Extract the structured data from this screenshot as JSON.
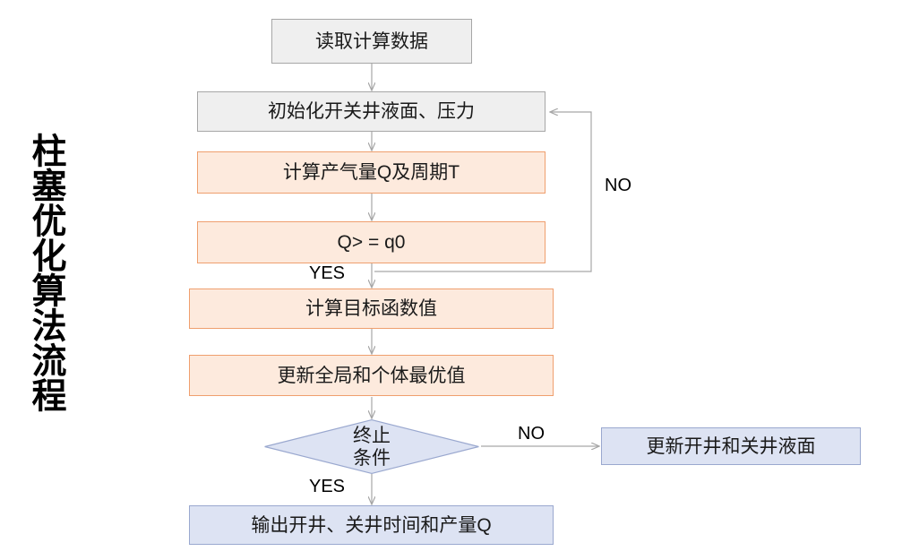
{
  "title": {
    "vertical_label": "柱塞优化算法流程"
  },
  "colors": {
    "gray_fill": "#efefef",
    "gray_stroke": "#a6a6a6",
    "orange_fill": "#fdeadd",
    "orange_stroke": "#ef9f6e",
    "blue_fill": "#dde3f3",
    "blue_stroke": "#9aa8cf",
    "connector": "#a6a6a6",
    "text": "#1a1a1a",
    "background": "#ffffff"
  },
  "nodes": [
    {
      "id": "read-data",
      "label": "读取计算数据",
      "shape": "rect",
      "style": "gray"
    },
    {
      "id": "initialize",
      "label": "初始化开关井液面、压力",
      "shape": "rect",
      "style": "gray"
    },
    {
      "id": "calc-gas-cycle",
      "label": "计算产气量Q及周期T",
      "shape": "rect",
      "style": "orange"
    },
    {
      "id": "check-q",
      "label": "Q> = q0",
      "shape": "rect",
      "style": "orange"
    },
    {
      "id": "calc-objective",
      "label": "计算目标函数值",
      "shape": "rect",
      "style": "orange"
    },
    {
      "id": "update-best",
      "label": "更新全局和个体最优值",
      "shape": "rect",
      "style": "orange"
    },
    {
      "id": "stop-condition",
      "label": "终止\n条件",
      "shape": "diamond",
      "style": "blue"
    },
    {
      "id": "update-levels",
      "label": "更新开井和关井液面",
      "shape": "rect",
      "style": "blue"
    },
    {
      "id": "output-results",
      "label": "输出开井、关井时间和产量Q",
      "shape": "rect",
      "style": "blue"
    }
  ],
  "edge_labels": [
    {
      "id": "q-no",
      "text": "NO",
      "from": "check-q",
      "to": "initialize"
    },
    {
      "id": "q-yes",
      "text": "YES",
      "from": "check-q",
      "to": "calc-objective"
    },
    {
      "id": "stop-no",
      "text": "NO",
      "from": "stop-condition",
      "to": "update-levels"
    },
    {
      "id": "stop-yes",
      "text": "YES",
      "from": "stop-condition",
      "to": "output-results"
    }
  ]
}
